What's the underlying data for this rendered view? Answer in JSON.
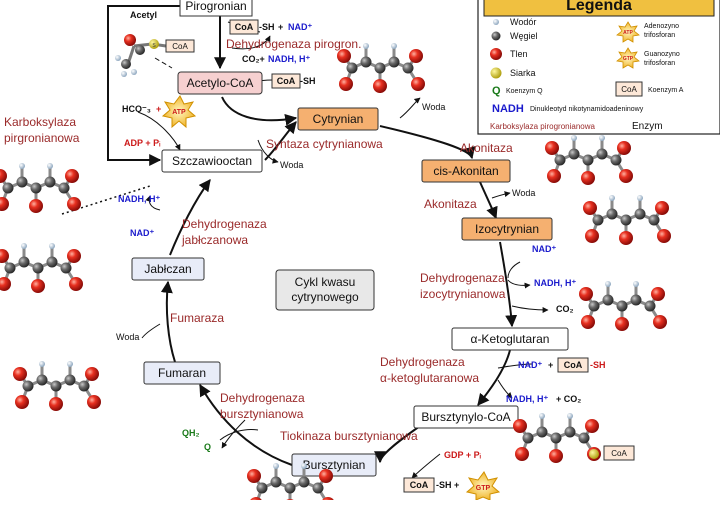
{
  "nodes": {
    "pirogronian": "Pirogronian",
    "acetylocoa": "Acetylo-CoA",
    "cytrynian": "Cytrynian",
    "cisakonitan": "cis-Akonitan",
    "izocytrynian": "Izocytrynian",
    "ketoglutaran": "α-Ketoglutaran",
    "bursztynylocoa": "Bursztynylo-CoA",
    "bursztynian": "Bursztynian",
    "fumaran": "Fumaran",
    "jablczan": "Jabłczan",
    "szczawiooctan": "Szczawiooctan"
  },
  "center": {
    "line1": "Cykl kwasu",
    "line2": "cytrynowego"
  },
  "enzymes": {
    "pdh": "Dehydrogenaza pirogron.",
    "karb1": "Karboksylaza",
    "karb2": "pirgronianowa",
    "syntaza": "Syntaza cytrynianowa",
    "akonitaza1": "Akonitaza",
    "akonitaza2": "Akonitaza",
    "idh1": "Dehydrogenaza",
    "idh2": "izocytrynianowa",
    "kgdh1": "Dehydrogenaza",
    "kgdh2": "α-ketoglutaranowa",
    "tiokinaza": "Tiokinaza bursztynianowa",
    "sdh1": "Dehydrogenaza",
    "sdh2": "bursztynianowa",
    "fumaraza": "Fumaraza",
    "mdh1": "Dehydrogenaza",
    "mdh2": "jabłczanowa"
  },
  "labels": {
    "acetyl": "Acetyl",
    "coa_sh_a": "CoA",
    "sh_a": "-SH",
    "plus_nad_a": "+",
    "nad_a": "NAD⁺",
    "co2_nadh_a": "CO₂+",
    "nadh_a": "NADH, H⁺",
    "coa_sh_b": "CoA",
    "sh_b": "-SH",
    "hco3": "HCO⁻₃",
    "plus_atp": "+",
    "adp_pi": "ADP + Pᵢ",
    "woda_a": "Woda",
    "woda_b": "Woda",
    "woda_c": "Woda",
    "woda_d": "Woda",
    "nad_b": "NAD⁺",
    "nadh_b": "NADH, H⁺",
    "co2_b": "CO₂",
    "nad_c": "NAD⁺",
    "plus_c": "+",
    "coa_c": "CoA",
    "sh_c": "-SH",
    "nadh_c": "NADH, H⁺",
    "plus_co2_c": "+ CO₂",
    "gdp_pi": "GDP + Pᵢ",
    "coa_d": "CoA",
    "sh_d": "-SH +",
    "qh2": "QH₂",
    "q": "Q",
    "nadh_d": "NADH, H⁺",
    "nad_d": "NAD⁺",
    "coa_mol": "CoA",
    "s_mol": "S",
    "coa_mol2": "CoA",
    "atp_star": "ATP",
    "gtp_star": "GTP"
  },
  "legend": {
    "title": "Legenda",
    "wodor": "Wodór",
    "wegiel": "Węgiel",
    "tlen": "Tlen",
    "siarka": "Siarka",
    "q_sym": "Q",
    "q_text": "Koenzym Q",
    "coa_sym": "CoA",
    "coa_text": "Koenzym A",
    "atp_sym": "ATP",
    "atp_text1": "Adenozyno",
    "atp_text2": "trifosforan",
    "gtp_sym": "GTP",
    "gtp_text1": "Guanozyno",
    "gtp_text2": "trifosforan",
    "nadh_sym": "NADH",
    "nadh_text": "Dinukleotyd nikotynamidoadeninowy",
    "enzym_sample": "Karboksylaza pirogronianowa",
    "enzym_text": "Enzym"
  },
  "colors": {
    "oxygen": "#d42020",
    "carbon": "#5a5a5a",
    "hydrogen": "#c8d8e8",
    "sulfur": "#d6cc2a",
    "node_acetyl": "#f6d0d0",
    "node_orange": "#f5b070",
    "node_plain": "#ffffff",
    "node_blue": "#e8ecf8",
    "legend_title": "#f0c040"
  }
}
